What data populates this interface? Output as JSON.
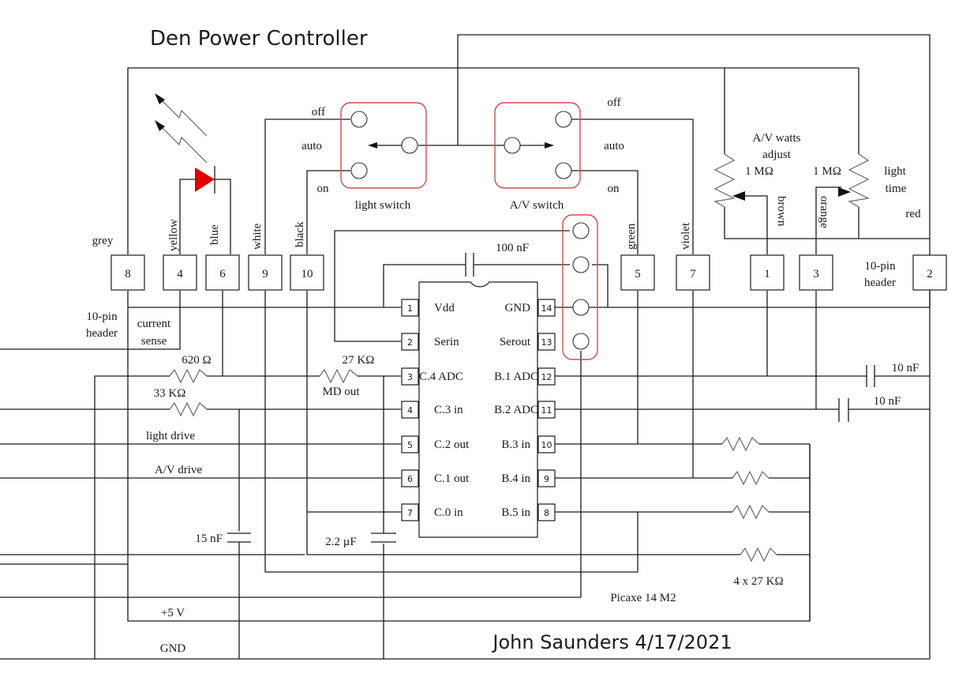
{
  "title": "Den Power Controller",
  "author_line": "John Saunders 4/17/2021",
  "header": {
    "label_left": "10-pin\nheader",
    "label_right": "10-pin\nheader",
    "pins": [
      {
        "num": "8",
        "wire": "grey"
      },
      {
        "num": "4",
        "wire": "yellow"
      },
      {
        "num": "6",
        "wire": "blue"
      },
      {
        "num": "9",
        "wire": "white"
      },
      {
        "num": "10",
        "wire": "black"
      },
      {
        "num": "5",
        "wire": "green"
      },
      {
        "num": "7",
        "wire": "violet"
      },
      {
        "num": "1",
        "wire": "brown"
      },
      {
        "num": "3",
        "wire": "orange"
      },
      {
        "num": "2",
        "wire": "red"
      }
    ]
  },
  "switches": {
    "light": {
      "label": "light switch",
      "positions": [
        "off",
        "auto",
        "on"
      ]
    },
    "av": {
      "label": "A/V switch",
      "positions": [
        "off",
        "auto",
        "on"
      ]
    }
  },
  "pots": {
    "av_watts": {
      "label": "A/V watts\nadjust",
      "value": "1 MΩ"
    },
    "light_time": {
      "label": "light\ntime",
      "value": "1 MΩ"
    }
  },
  "chip": {
    "name": "Picaxe 14 M2",
    "left_pins": [
      {
        "num": "1",
        "label": "Vdd"
      },
      {
        "num": "2",
        "label": "Serin"
      },
      {
        "num": "3",
        "label": "C.4 ADC"
      },
      {
        "num": "4",
        "label": "C.3 in"
      },
      {
        "num": "5",
        "label": "C.2 out"
      },
      {
        "num": "6",
        "label": "C.1 out"
      },
      {
        "num": "7",
        "label": "C.0 in"
      }
    ],
    "right_pins": [
      {
        "num": "14",
        "label": "GND"
      },
      {
        "num": "13",
        "label": "Serout"
      },
      {
        "num": "12",
        "label": "B.1 ADC"
      },
      {
        "num": "11",
        "label": "B.2 ADC"
      },
      {
        "num": "10",
        "label": "B.3 in"
      },
      {
        "num": "9",
        "label": "B.4 in"
      },
      {
        "num": "8",
        "label": "B.5 in"
      }
    ]
  },
  "components": {
    "c_100n": "100 nF",
    "c_10n_a": "10 nF",
    "c_10n_b": "10 nF",
    "c_15n": "15 nF",
    "c_2u2": "2.2 µF",
    "r_620": "620 Ω",
    "r_33k": "33 KΩ",
    "r_27k": "27 KΩ",
    "r_4x27k": "4 x 27 KΩ"
  },
  "net_labels": {
    "current_sense": "current\nsense",
    "light_drive": "light drive",
    "av_drive": "A/V drive",
    "md_out": "MD out",
    "vplus": "+5 V",
    "gnd": "GND"
  },
  "colors": {
    "led": "#e00000",
    "switch_outline": "#d44a4a",
    "wire": "#1a1a1a"
  }
}
